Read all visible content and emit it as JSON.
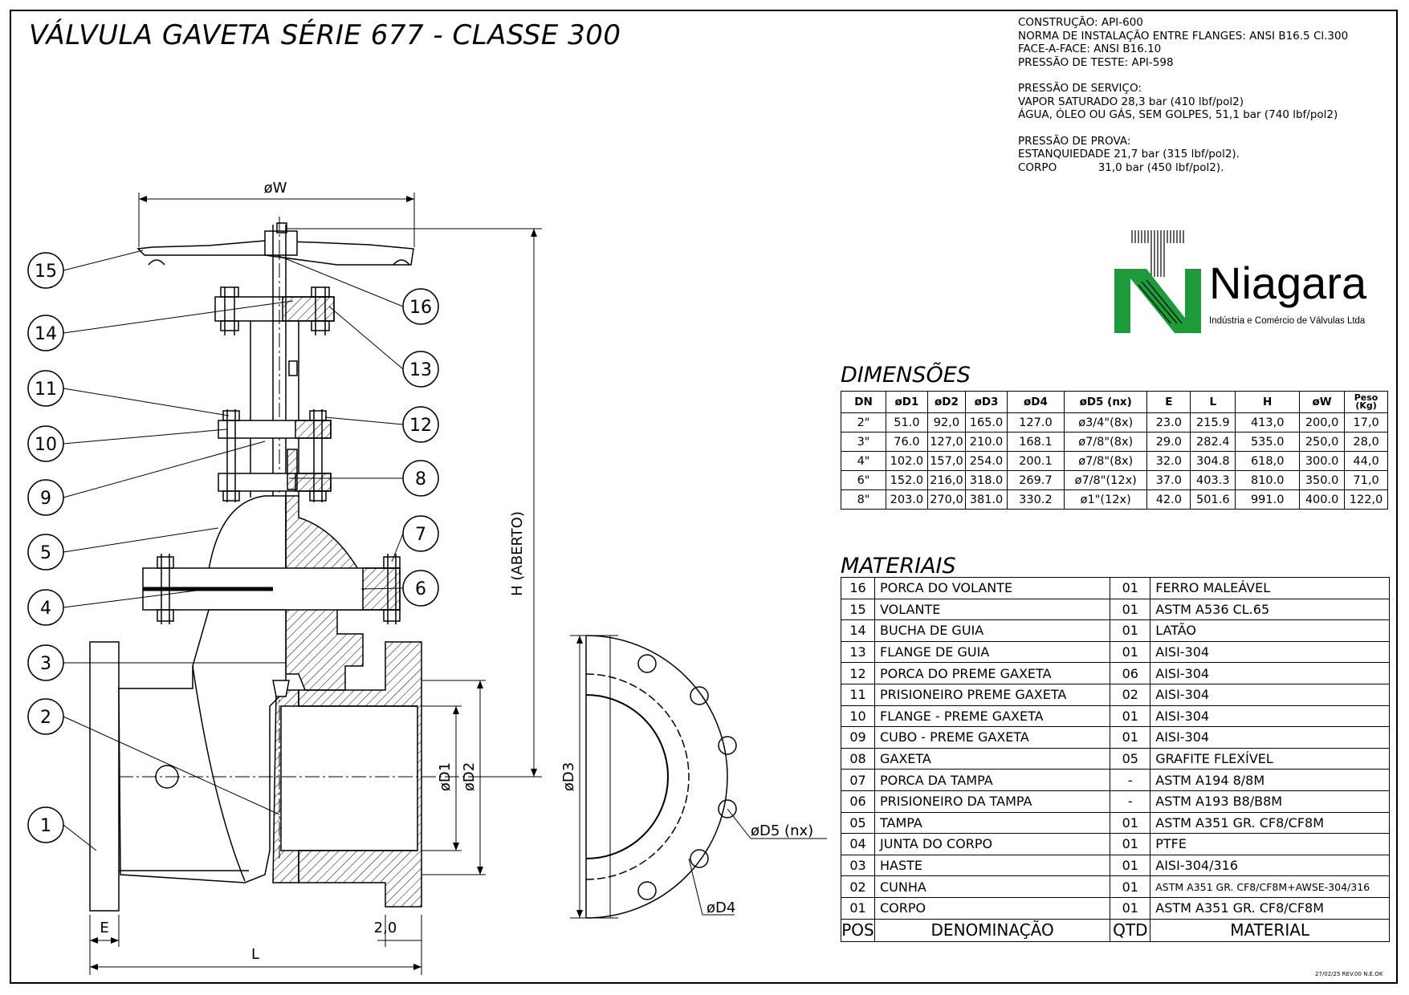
{
  "title": "VÁLVULA GAVETA SÉRIE 677 - CLASSE 300",
  "specs": {
    "construcao": "CONSTRUÇÃO: API-600",
    "norma": "NORMA DE INSTALAÇÃO ENTRE FLANGES: ANSI B16.5 Cl.300",
    "face": "FACE-A-FACE: ANSI B16.10",
    "pressao_teste": "PRESSÃO DE TESTE: API-598",
    "servico_title": "PRESSÃO DE SERVIÇO:",
    "vapor": "VAPOR SATURADO 28,3 bar (410 lbf/pol2)",
    "agua": "ÁGUA, ÓLEO OU GÁS, SEM GOLPES, 51,1 bar (740 lbf/pol2)",
    "prova_title": "PRESSÃO DE PROVA:",
    "estanqueidade": "ESTANQUIEDADE 21,7 bar (315 lbf/pol2).",
    "corpo": "CORPO            31,0 bar (450 lbf/pol2)."
  },
  "logo": {
    "name": "Niagara",
    "subtitle": "Indústria e Comércio de Válvulas Ltda",
    "green": "#1f9a3a"
  },
  "dimensions": {
    "title": "DIMENSÕES",
    "headers": [
      "DN",
      "øD1",
      "øD2",
      "øD3",
      "øD4",
      "øD5 (nx)",
      "E",
      "L",
      "H",
      "øW",
      "Peso (Kg)"
    ],
    "rows": [
      [
        "2\"",
        "51.0",
        "92,0",
        "165.0",
        "127.0",
        "ø3/4\"(8x)",
        "23.0",
        "215.9",
        "413,0",
        "200,0",
        "17,0"
      ],
      [
        "3\"",
        "76.0",
        "127,0",
        "210.0",
        "168.1",
        "ø7/8\"(8x)",
        "29.0",
        "282.4",
        "535.0",
        "250,0",
        "28,0"
      ],
      [
        "4\"",
        "102.0",
        "157,0",
        "254.0",
        "200.1",
        "ø7/8\"(8x)",
        "32.0",
        "304.8",
        "618,0",
        "300.0",
        "44,0"
      ],
      [
        "6\"",
        "152.0",
        "216,0",
        "318.0",
        "269.7",
        "ø7/8\"(12x)",
        "37.0",
        "403.3",
        "810.0",
        "350.0",
        "71,0"
      ],
      [
        "8\"",
        "203.0",
        "270,0",
        "381.0",
        "330.2",
        "ø1\"(12x)",
        "42.0",
        "501.6",
        "991.0",
        "400.0",
        "122,0"
      ]
    ]
  },
  "materials": {
    "title": "MATERIAIS",
    "rows": [
      [
        "16",
        "PORCA DO VOLANTE",
        "01",
        "FERRO MALEÁVEL"
      ],
      [
        "15",
        "VOLANTE",
        "01",
        "ASTM A536 CL.65"
      ],
      [
        "14",
        "BUCHA DE  GUIA",
        "01",
        "LATÃO"
      ],
      [
        "13",
        "FLANGE DE  GUIA",
        "01",
        "AISI-304"
      ],
      [
        "12",
        "PORCA DO PREME GAXETA",
        "06",
        "AISI-304"
      ],
      [
        "11",
        "PRISIONEIRO PREME GAXETA",
        "02",
        "AISI-304"
      ],
      [
        "10",
        "FLANGE - PREME GAXETA",
        "01",
        "AISI-304"
      ],
      [
        "09",
        "CUBO - PREME GAXETA",
        "01",
        "AISI-304"
      ],
      [
        "08",
        "GAXETA",
        "05",
        "GRAFITE FLEXÍVEL"
      ],
      [
        "07",
        "PORCA DA TAMPA",
        "-",
        "ASTM A194 8/8M"
      ],
      [
        "06",
        "PRISIONEIRO DA TAMPA",
        "-",
        "ASTM A193 B8/B8M"
      ],
      [
        "05",
        "TAMPA",
        "01",
        "ASTM A351 GR. CF8/CF8M"
      ],
      [
        "04",
        "JUNTA DO CORPO",
        "01",
        "PTFE"
      ],
      [
        "03",
        "HASTE",
        "01",
        "AISI-304/316"
      ],
      [
        "02",
        "CUNHA",
        "01",
        "ASTM A351 GR. CF8/CF8M+AWSE-304/316"
      ],
      [
        "01",
        "CORPO",
        "01",
        "ASTM A351 GR. CF8/CF8M"
      ]
    ],
    "footer": [
      "POS",
      "DENOMINAÇÃO",
      "QTD",
      "MATERIAL"
    ]
  },
  "drawing": {
    "dim_labels": {
      "w": "øW",
      "h": "H (ABERTO)",
      "d1": "øD1",
      "d2": "øD2",
      "d3": "øD3",
      "d4": "øD4",
      "d5": "øD5 (nx)",
      "e": "E",
      "l": "L",
      "gap": "2,0"
    },
    "callouts": [
      "15",
      "14",
      "11",
      "10",
      "9",
      "5",
      "4",
      "3",
      "2",
      "1",
      "16",
      "13",
      "12",
      "8",
      "7",
      "6"
    ]
  },
  "revision": "27/02/25 REV.00 N.E.OK"
}
